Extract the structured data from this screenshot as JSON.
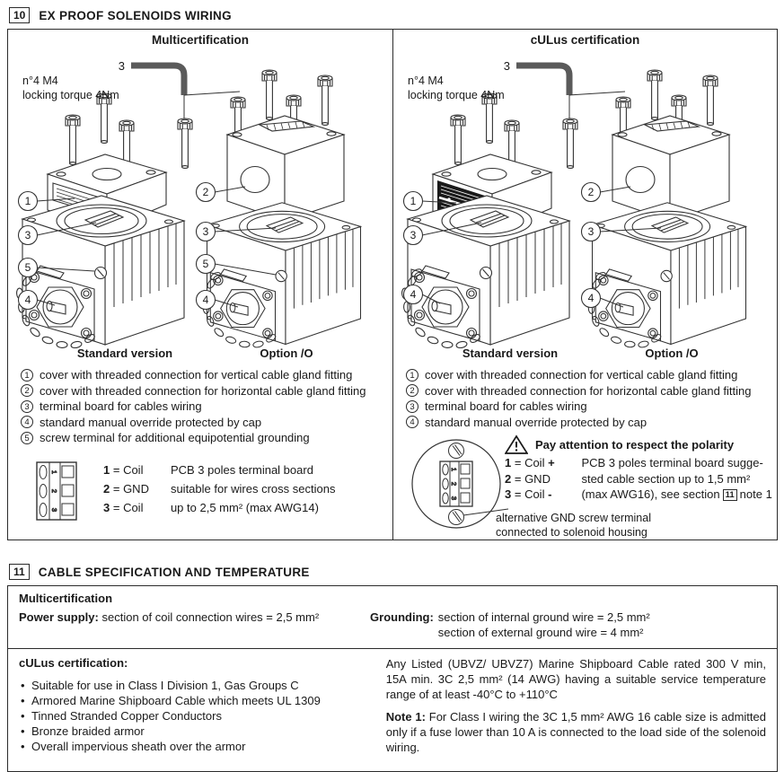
{
  "section10": {
    "number": "10",
    "title": "EX PROOF SOLENOIDS WIRING",
    "panels": [
      {
        "title": "Multicertification",
        "allen_label": "3",
        "torque_line1": "n°4 M4",
        "torque_line2": "locking torque 4Nm",
        "standard_label": "Standard version",
        "option_label": "Option /O",
        "standard_callouts": [
          "1",
          "3",
          "5",
          "4"
        ],
        "option_callouts": [
          "2",
          "3",
          "5",
          "4"
        ],
        "notes": [
          {
            "num": "1",
            "text": "cover with threaded connection for vertical cable gland fitting"
          },
          {
            "num": "2",
            "text": "cover with threaded connection for horizontal cable gland fitting"
          },
          {
            "num": "3",
            "text": "terminal board for cables wiring"
          },
          {
            "num": "4",
            "text": "standard manual override protected by cap"
          },
          {
            "num": "5",
            "text": "screw terminal for additional equipotential grounding"
          }
        ],
        "legend": {
          "rows": [
            {
              "n": "1",
              "v": "= Coil"
            },
            {
              "n": "2",
              "v": "= GND"
            },
            {
              "n": "3",
              "v": "= Coil"
            }
          ],
          "desc1": "PCB 3 poles terminal board",
          "desc2": "suitable for wires cross sections",
          "desc3": "up to 2,5 mm² (max AWG14)"
        }
      },
      {
        "title": "cULus certification",
        "allen_label": "3",
        "torque_line1": "n°4 M4",
        "torque_line2": "locking torque 4Nm",
        "standard_label": "Standard version",
        "option_label": "Option /O",
        "standard_callouts": [
          "1",
          "3",
          "4"
        ],
        "option_callouts": [
          "2",
          "3",
          "4"
        ],
        "notes": [
          {
            "num": "1",
            "text": "cover with threaded connection for vertical cable gland fitting"
          },
          {
            "num": "2",
            "text": "cover with threaded connection for horizontal cable gland fitting"
          },
          {
            "num": "3",
            "text": "terminal board for cables wiring"
          },
          {
            "num": "4",
            "text": "standard manual override protected by cap"
          }
        ],
        "polarity": {
          "warning": "Pay attention to respect the polarity",
          "rows": [
            {
              "n": "1",
              "v": "= Coil",
              "s": "+"
            },
            {
              "n": "2",
              "v": "= GND",
              "s": ""
            },
            {
              "n": "3",
              "v": "= Coil",
              "s": "-"
            }
          ],
          "desc1": "PCB 3 poles terminal board sugge-",
          "desc2": "sted cable section up to 1,5 mm²",
          "desc3_pre": "(max AWG16), see section",
          "desc3_box": "11",
          "desc3_post": "note 1",
          "alt1": "alternative GND screw terminal",
          "alt2": "connected to solenoid housing"
        }
      }
    ]
  },
  "section11": {
    "number": "11",
    "title": "CABLE SPECIFICATION AND TEMPERATURE",
    "multicert": {
      "heading": "Multicertification",
      "power_label": "Power supply:",
      "power_text": "section of coil connection wires = 2,5 mm²",
      "grounding_label": "Grounding:",
      "grounding_line1": "section of internal ground wire =  2,5 mm²",
      "grounding_line2": "section of external ground wire = 4 mm²"
    },
    "culus": {
      "heading": "cULus certification:",
      "bullets": [
        "Suitable for use in Class I Division 1, Gas Groups C",
        "Armored Marine Shipboard Cable which meets UL 1309",
        "Tinned Stranded Copper Conductors",
        "Bronze braided armor",
        "Overall impervious sheath over the armor"
      ],
      "cable_text": "Any Listed (UBVZ/ UBVZ7) Marine Shipboard Cable rated 300 V min, 15A min.  3C 2,5 mm² (14 AWG) having a suitable service temperature range of at least -40°C to +110°C",
      "note_label": "Note 1:",
      "note_text": "For Class I wiring the 3C 1,5 mm² AWG 16 cable size is admitted only if a fuse lower than 10 A is connected to the load side of the solenoid wiring."
    }
  }
}
